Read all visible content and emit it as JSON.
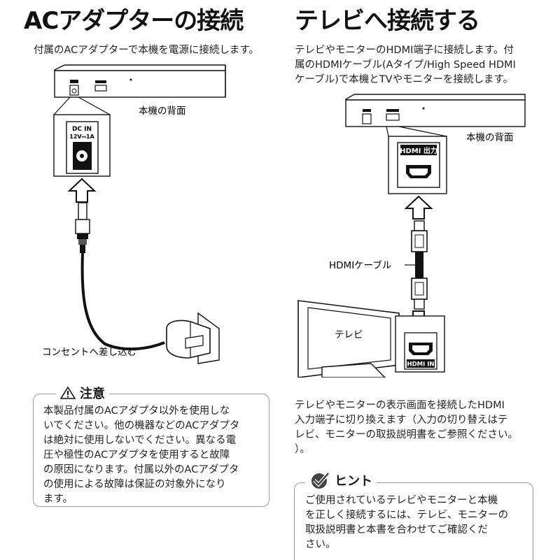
{
  "left": {
    "title": "ACアダプターの接続",
    "description": "付属のACアダプターで本機を電源に接続します。",
    "rear_label": "本機の背面",
    "port_label_line1": "DC IN",
    "port_label_line2": "12V⎓1A",
    "outlet_label": "コンセントへ差し込む",
    "caution": {
      "title": "注意",
      "lines": [
        "本製品付属のACアダプタ以外を使用しな",
        "いでください。他の機器などのACアダプタ",
        "は絶対に使用しないでください。異なる電",
        "圧や極性のACアダプタを使用すると故障",
        "の原因になります。付属以外のACアダプタ",
        "の使用による故障は保証の対象外になり",
        "ます。"
      ]
    }
  },
  "right": {
    "title": "テレビへ接続する",
    "description_lines": [
      "テレビやモニターのHDMI端子に接続します。付",
      "属のHDMIケーブル(Aタイプ/High Speed HDMI",
      "ケーブル)で本機とTVやモニターを接続します。"
    ],
    "rear_label": "本機の背面",
    "hdmi_out_label": "HDMI 出力",
    "cable_label": "HDMIケーブル",
    "tv_label": "テレビ",
    "hdmi_in_label": "HDMI IN",
    "switch_lines": [
      "テレビやモニターの表示画面を接続したHDMI",
      "入力端子に切り換えます（入力の切り替えはテ",
      "レビ、モニターの取扱説明書をご参照ください。",
      "）。"
    ],
    "hint": {
      "title": "ヒント",
      "lines": [
        "ご使用されているテレビやモニターと本機",
        "を正しく接続するには、テレビ、モニターの",
        "取扱説明書と本書を合わせてご確認くだ",
        "さい。"
      ]
    }
  },
  "icons": {
    "caution": "warning-triangle-icon",
    "hint": "checkmark-circle-icon",
    "arrow": "up-arrow-icon",
    "arrow_down": "down-arrow-icon"
  }
}
